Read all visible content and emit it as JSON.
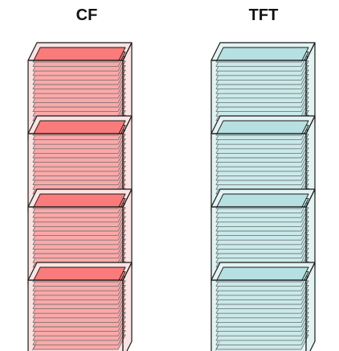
{
  "columns": [
    {
      "title": "CF",
      "fill": "#f97b7b",
      "box_fill": "#fbe3e3",
      "stroke": "#1a1a1a",
      "stacks": 4
    },
    {
      "title": "TFT",
      "fill": "#b6e0e2",
      "box_fill": "#e3f3f3",
      "stroke": "#1a1a1a",
      "stacks": 4
    }
  ]
}
